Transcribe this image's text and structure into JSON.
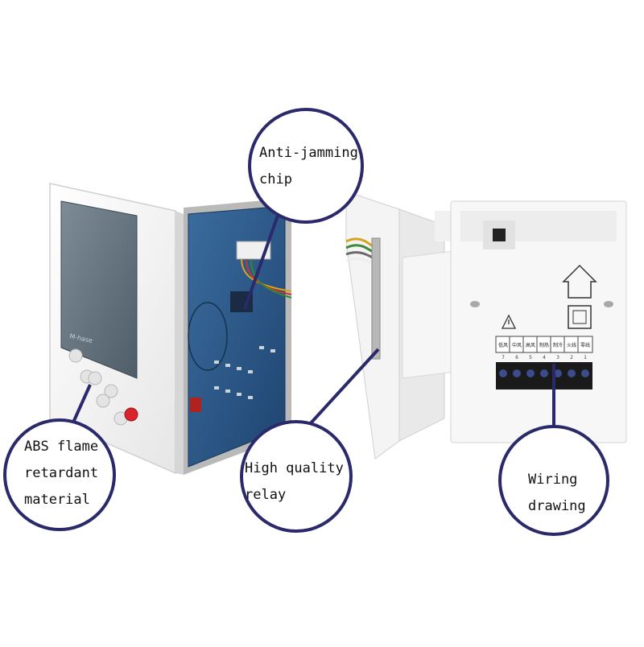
{
  "product": {
    "brand_text": "M-hase",
    "terminal_labels": [
      "低风",
      "中风",
      "高风",
      "制热",
      "制冷",
      "火线",
      "零线"
    ],
    "terminal_numbers": [
      "7",
      "6",
      "5",
      "4",
      "3",
      "2",
      "1"
    ]
  },
  "callouts": [
    {
      "id": "chip",
      "lines": [
        "Anti-jamming",
        "chip"
      ]
    },
    {
      "id": "abs",
      "lines": [
        "ABS flame",
        "retardant",
        "material"
      ]
    },
    {
      "id": "relay",
      "lines": [
        "High quality",
        "relay"
      ]
    },
    {
      "id": "wiring",
      "lines": [
        "Wiring",
        "drawing"
      ]
    }
  ],
  "colors": {
    "callout_ring": "#2a2a6a",
    "pcb": "#2c5a8c",
    "plastic": "#f2f2f2",
    "screen": "#6a7a86",
    "red_button": "#d8242a"
  }
}
